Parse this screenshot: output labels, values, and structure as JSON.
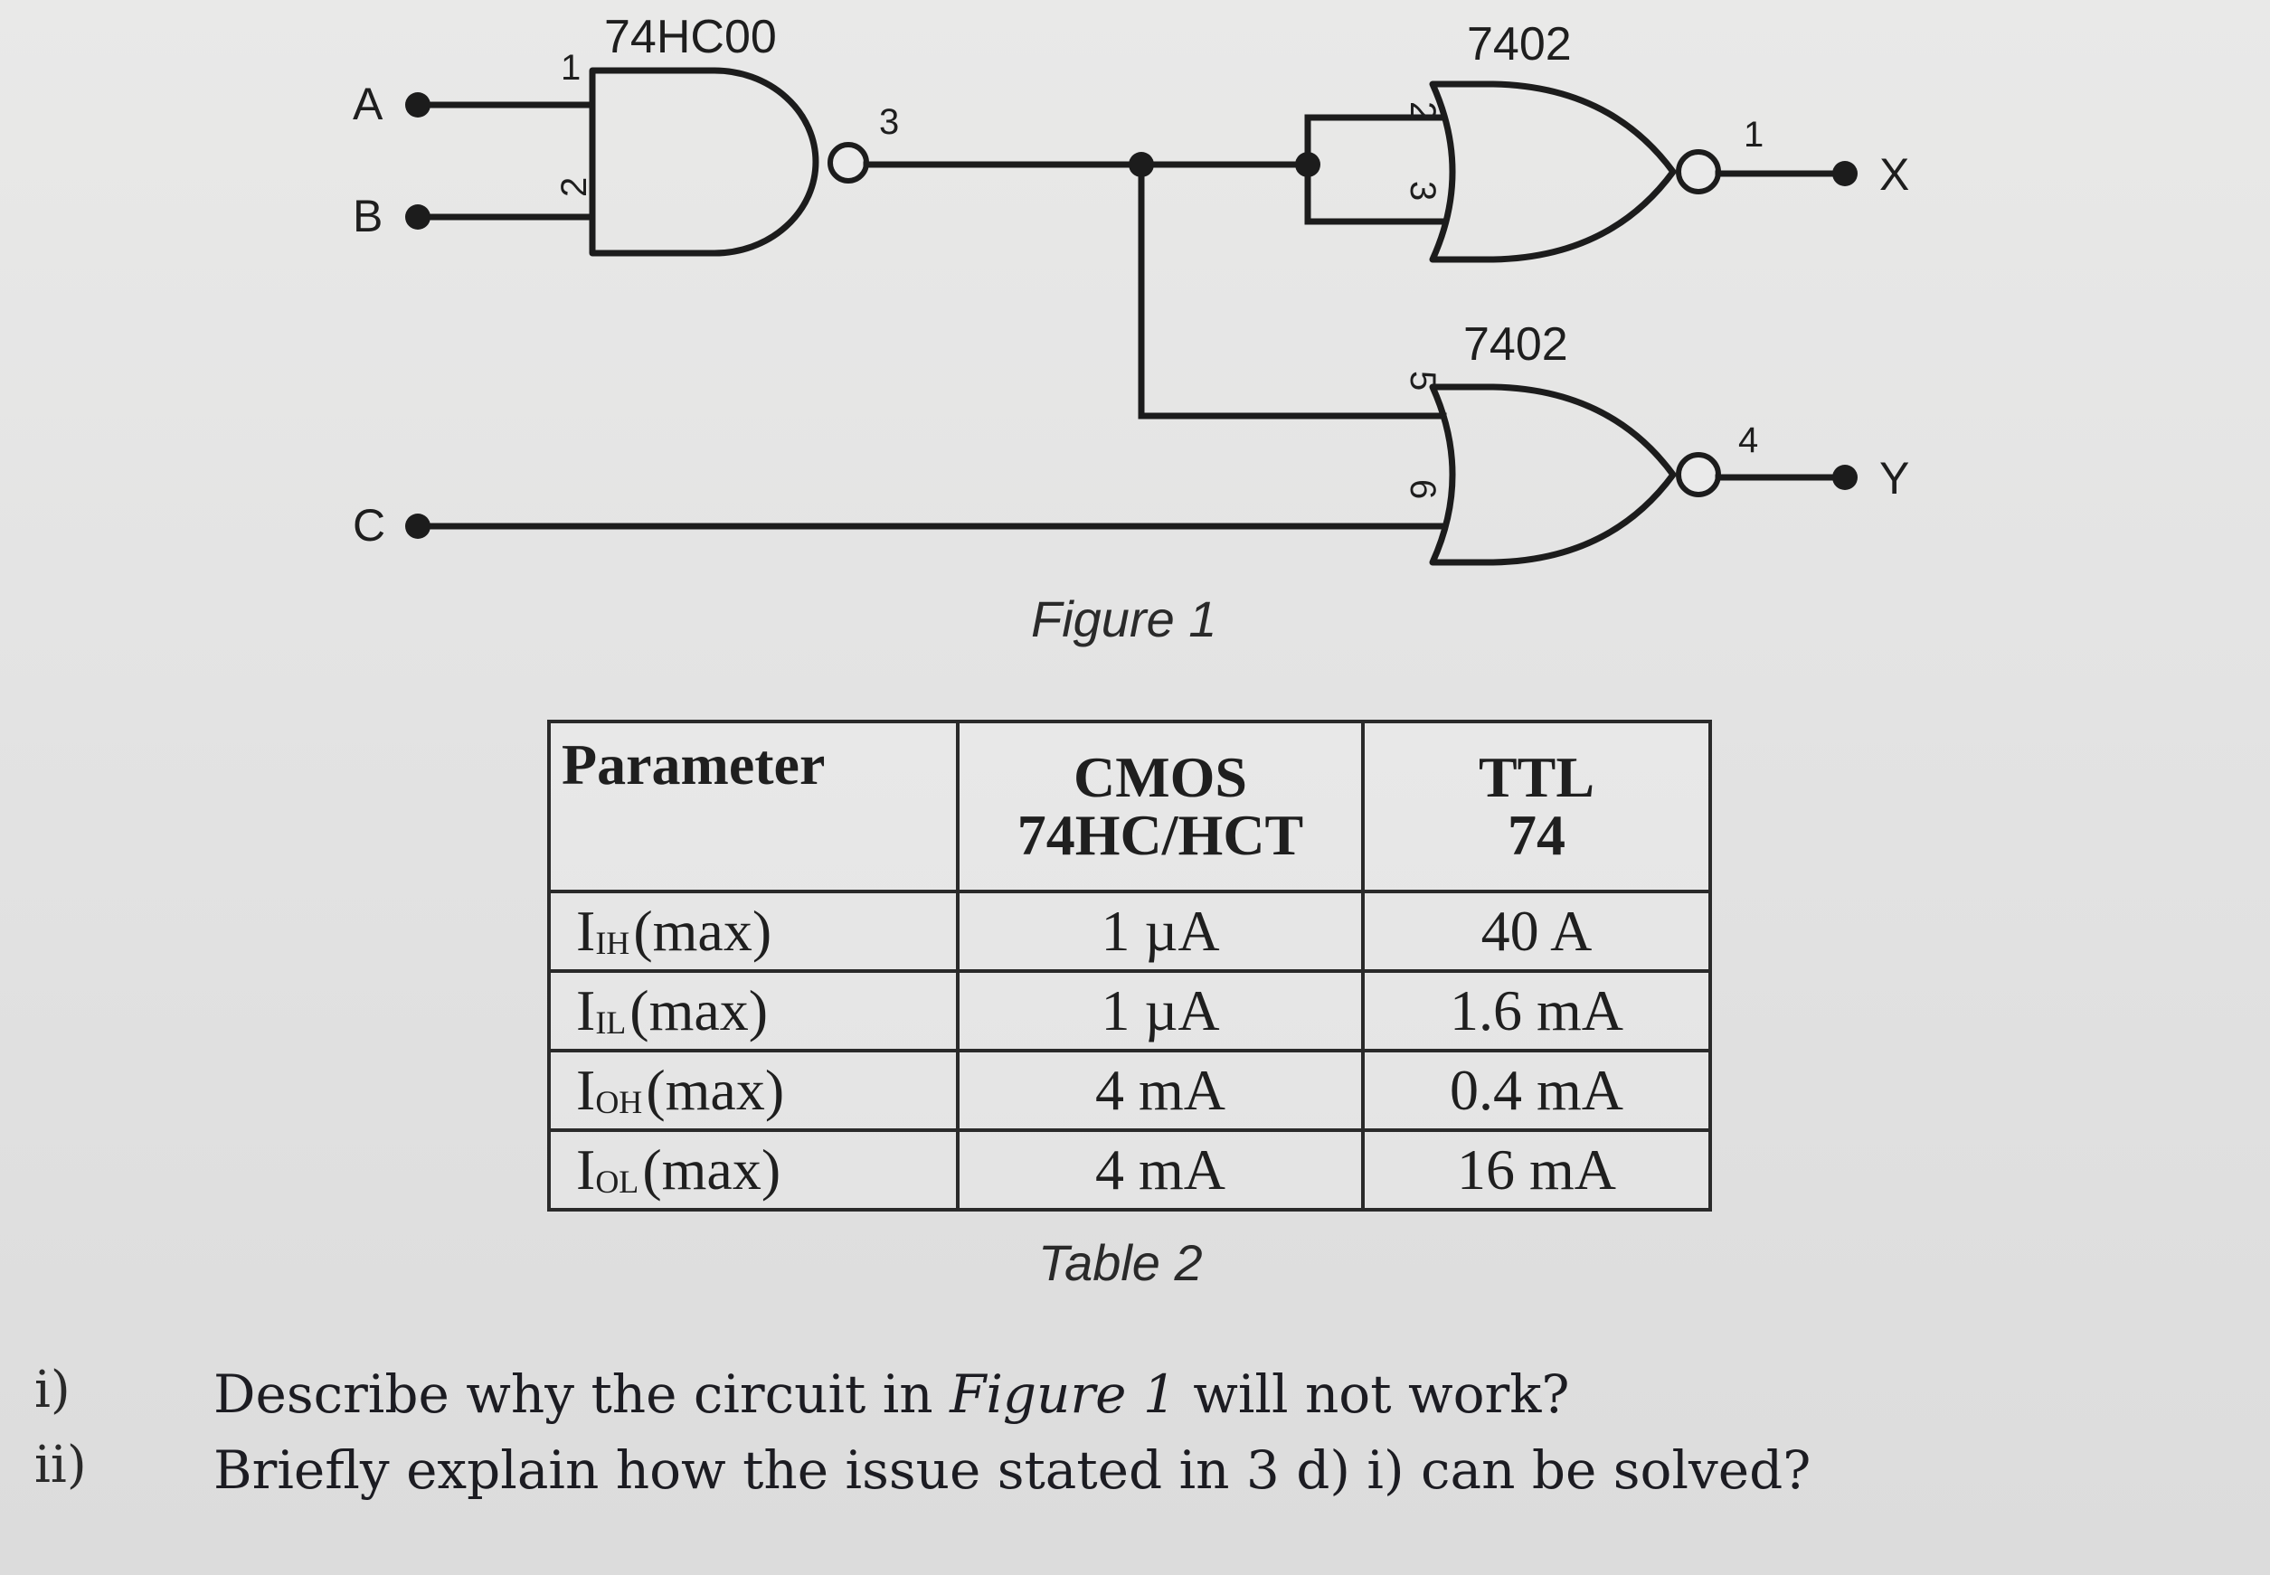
{
  "figure": {
    "chip_nand": "74HC00",
    "chip_nor_top": "7402",
    "chip_nor_bottom": "7402",
    "inputs": {
      "a": "A",
      "b": "B",
      "c": "C"
    },
    "outputs": {
      "x": "X",
      "y": "Y"
    },
    "pins": {
      "nand_in1": "1",
      "nand_in2": "2",
      "nand_out": "3",
      "nor1_in1": "2",
      "nor1_in2": "3",
      "nor1_out": "1",
      "nor2_in1": "5",
      "nor2_in2": "6",
      "nor2_out": "4"
    },
    "caption": "Figure 1"
  },
  "table": {
    "caption": "Table 2",
    "headers": {
      "parameter": "Parameter",
      "cmos_line1": "CMOS",
      "cmos_line2": "74HC/HCT",
      "ttl_line1": "TTL",
      "ttl_line2": "74"
    },
    "rows": [
      {
        "symbol": "I",
        "sub": "IH",
        "suffix": "(max)",
        "cmos": "1 µA",
        "ttl": "40 A"
      },
      {
        "symbol": "I",
        "sub": "IL",
        "suffix": "(max)",
        "cmos": "1 µA",
        "ttl": "1.6 mA"
      },
      {
        "symbol": "I",
        "sub": "OH",
        "suffix": "(max)",
        "cmos": "4 mA",
        "ttl": "0.4 mA"
      },
      {
        "symbol": "I",
        "sub": "OL",
        "suffix": "(max)",
        "cmos": "4 mA",
        "ttl": "16 mA"
      }
    ]
  },
  "questions": [
    {
      "num": "i)",
      "before": "Describe why the circuit in ",
      "italic": "Figure 1",
      "after": " will not work?"
    },
    {
      "num": "ii)",
      "text": "Briefly explain how the issue stated in 3 d) i) can be solved?"
    }
  ]
}
